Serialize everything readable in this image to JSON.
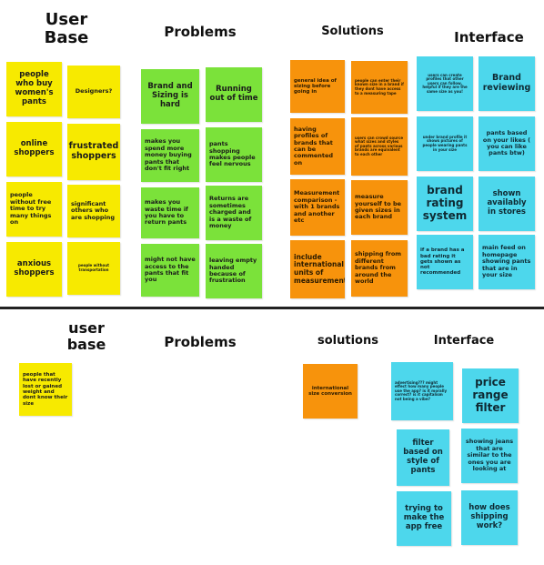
{
  "top": {
    "headers": {
      "user_base": "User\nBase",
      "problems": "Problems",
      "solutions": "Solutions",
      "interface": "Interface"
    },
    "user_base": [
      "people who buy women's pants",
      "Designers?",
      "online shoppers",
      "frustrated shoppers",
      "people without free time to try many things on",
      "significant others who are shopping",
      "anxious shoppers",
      "people without transportation"
    ],
    "problems": [
      "Brand and Sizing is hard",
      "Running out of time",
      "makes you spend more money buying pants that don't fit right",
      "pants shopping makes people feel nervous",
      "makes you waste time if you have to return pants",
      "Returns are sometimes charged and is a waste of money",
      "might not have access to the pants that fit you",
      "leaving empty handed because of frustration"
    ],
    "solutions": [
      "general idea of sizing before going in",
      "people can enter their known size in a brand if they dont have access to a measuring tape",
      "having profiles of brands that can be commented on",
      "users can crowd source what sizes and styles of pants across various brands are equivalent to each other",
      "Measurement comparison - with 1 brands and another etc",
      "measure yourself to be given sizes in each brand",
      "include international units of measurement",
      "shipping from different brands from around the world"
    ],
    "interface": [
      "users can create profiles that other users can follow, helpful if they are the same size as you!",
      "Brand reviewing",
      "under brand profile it shows pictures of people wearing pants in your size",
      "pants based on your likes ( you can like pants btw)",
      "brand rating system",
      "shown availably in stores",
      "if a brand has a bad rating it gets shown as not recommended",
      "main feed on homepage showing pants that are in your size"
    ]
  },
  "bottom": {
    "headers": {
      "user_base": "user\nbase",
      "problems": "Problems",
      "solutions": "solutions",
      "interface": "Interface"
    },
    "user_base": [
      "people that have recently lost or gained weight and dont know their size"
    ],
    "solutions": [
      "international size conversion"
    ],
    "interface": [
      "advertising??? might effect how many people use the app? is it morally correct? is it capitalism not being a vibe?",
      "price range filter",
      "filter based on style of pants",
      "showing jeans that are similar to the ones you are looking at",
      "trying to make the app free",
      "how does shipping work?"
    ]
  },
  "colors": {
    "user_base_note": "#f7ea00",
    "problem_note": "#7be23a",
    "solution_note": "#f7930c",
    "interface_note": "#4dd7ec",
    "divider": "#222222"
  }
}
